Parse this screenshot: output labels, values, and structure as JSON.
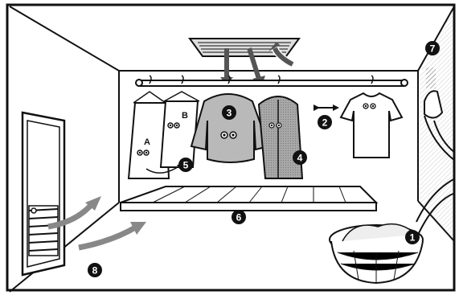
{
  "diagram": {
    "type": "illustration",
    "subject": "indoor-drying-room",
    "labels": {
      "n1": "1",
      "n2": "2",
      "n3": "3",
      "n4": "4",
      "n5": "5",
      "n6": "6",
      "n7": "7",
      "n8": "8",
      "a": "A",
      "b": "B"
    },
    "colors": {
      "line": "#111111",
      "light_gray": "#cfcfcf",
      "mid_gray": "#9a9a9a",
      "dark_gray": "#6e6e6e",
      "paper": "#ffffff"
    }
  }
}
